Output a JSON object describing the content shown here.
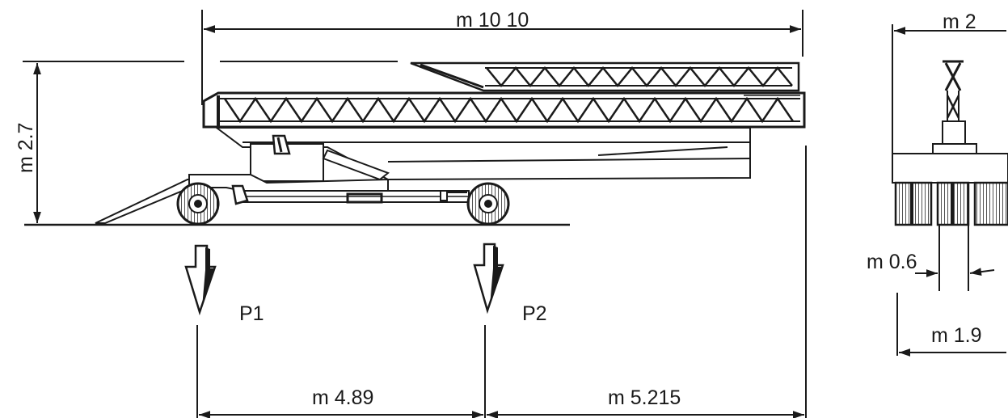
{
  "dimensions": {
    "total_length": "m 10 10",
    "height": "m 2.7",
    "axle_spacing": "m 4.89",
    "rear_overhang": "m 5.215",
    "width_top": "m 2",
    "track_gap": "m 0.6",
    "track_width": "m 1.9"
  },
  "loads": {
    "p1": "P1",
    "p2": "P2"
  },
  "colors": {
    "ink": "#1a1a1a",
    "paper": "#ffffff"
  }
}
